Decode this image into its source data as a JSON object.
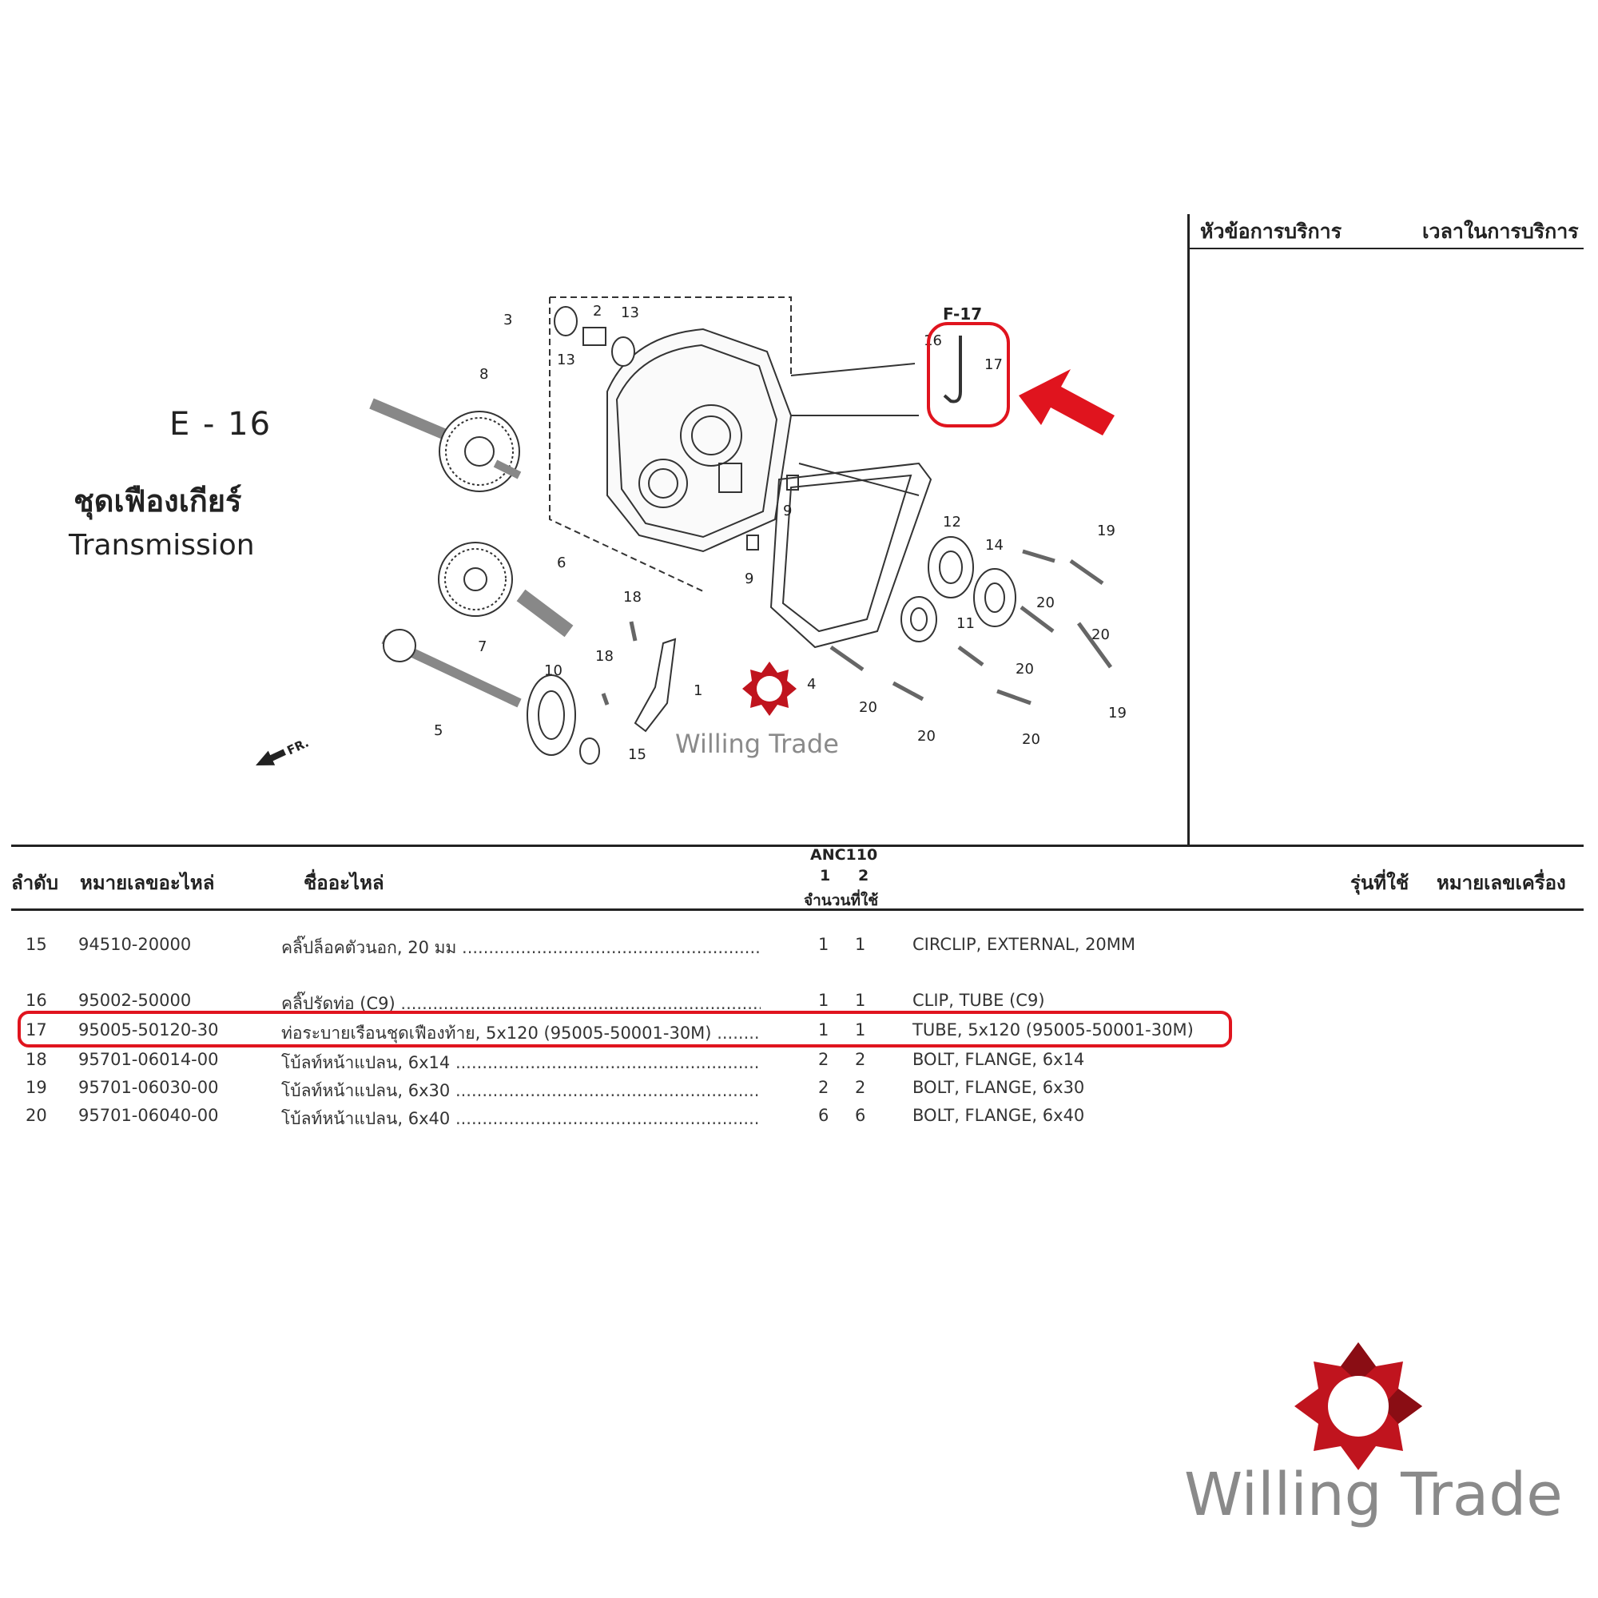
{
  "section": {
    "code": "E - 16",
    "title_th": "ชุดเฟืองเกียร์",
    "title_en": "Transmission"
  },
  "service_panel": {
    "topic_header": "หัวข้อการบริการ",
    "time_header": "เวลาในการบริการ"
  },
  "diagram": {
    "ref_label": "F-17",
    "fr_label": "FR.",
    "callouts": [
      "1",
      "2",
      "3",
      "4",
      "5",
      "6",
      "7",
      "8",
      "9",
      "9",
      "10",
      "11",
      "12",
      "13",
      "13",
      "14",
      "15",
      "16",
      "17",
      "18",
      "18",
      "19",
      "19",
      "20",
      "20",
      "20",
      "20",
      "20",
      "20"
    ],
    "highlight_color": "#e0141e"
  },
  "table": {
    "headers": {
      "no": "ลำดับ",
      "part_no": "หมายเลขอะไหล่",
      "name": "ชื่ออะไหล่",
      "model": "ANC110",
      "type_1": "1",
      "type_2": "2",
      "qty": "จำนวนที่ใช้",
      "used_model": "รุ่นที่ใช้",
      "engine_no": "หมายเลขเครื่อง"
    },
    "rows": [
      {
        "no": "15",
        "part_no": "94510-20000",
        "name_th": "คลิ๊ปล็อคตัวนอก, 20 มม",
        "q1": "1",
        "q2": "1",
        "name_en": "CIRCLIP, EXTERNAL, 20MM"
      },
      {
        "no": "16",
        "part_no": "95002-50000",
        "name_th": "คลิ๊ปรัดท่อ (C9)",
        "q1": "1",
        "q2": "1",
        "name_en": "CLIP, TUBE (C9)"
      },
      {
        "no": "17",
        "part_no": "95005-50120-30",
        "name_th": "ท่อระบายเรือนชุดเฟืองท้าย, 5x120 (95005-50001-30M)",
        "q1": "1",
        "q2": "1",
        "name_en": "TUBE, 5x120 (95005-50001-30M)"
      },
      {
        "no": "18",
        "part_no": "95701-06014-00",
        "name_th": "โบ้ลท์หน้าแปลน, 6x14",
        "q1": "2",
        "q2": "2",
        "name_en": "BOLT, FLANGE, 6x14"
      },
      {
        "no": "19",
        "part_no": "95701-06030-00",
        "name_th": "โบ้ลท์หน้าแปลน, 6x30",
        "q1": "2",
        "q2": "2",
        "name_en": "BOLT, FLANGE, 6x30"
      },
      {
        "no": "20",
        "part_no": "95701-06040-00",
        "name_th": "โบ้ลท์หน้าแปลน, 6x40",
        "q1": "6",
        "q2": "6",
        "name_en": "BOLT, FLANGE, 6x40"
      }
    ]
  },
  "watermark": {
    "text_small": "Willing Trade",
    "text_large": "Willing Trade",
    "logo_color": "#c0141e"
  }
}
